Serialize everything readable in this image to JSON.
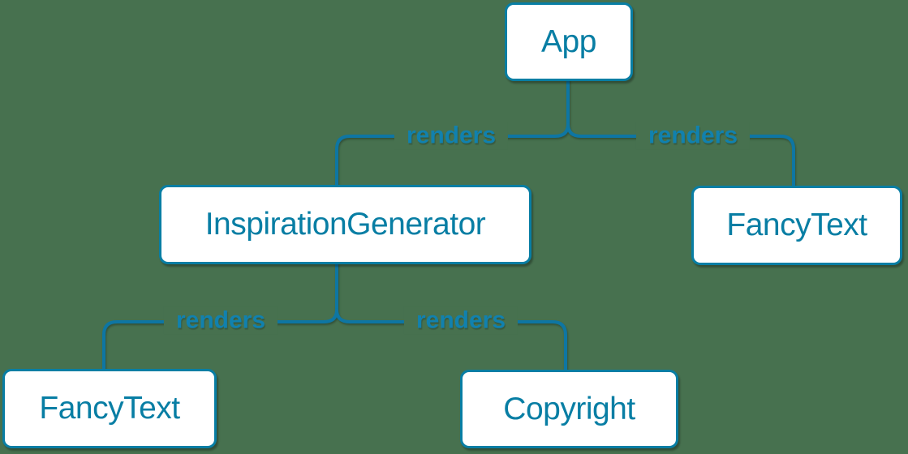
{
  "colors": {
    "background": "#47714f",
    "accent": "#087ea4",
    "edge-color": "#0e76a3",
    "edge-label": "#1181ae",
    "node-fill": "#ffffff"
  },
  "diagram": {
    "type": "tree",
    "nodes": [
      {
        "id": "app",
        "label": "App"
      },
      {
        "id": "inspiration-generator",
        "label": "InspirationGenerator"
      },
      {
        "id": "fancy-text-top",
        "label": "FancyText"
      },
      {
        "id": "fancy-text-bottom",
        "label": "FancyText"
      },
      {
        "id": "copyright",
        "label": "Copyright"
      }
    ],
    "edges": [
      {
        "from": "App",
        "to": "InspirationGenerator",
        "label": "renders"
      },
      {
        "from": "App",
        "to": "FancyText",
        "label": "renders"
      },
      {
        "from": "InspirationGenerator",
        "to": "FancyText",
        "label": "renders"
      },
      {
        "from": "InspirationGenerator",
        "to": "Copyright",
        "label": "renders"
      }
    ]
  }
}
